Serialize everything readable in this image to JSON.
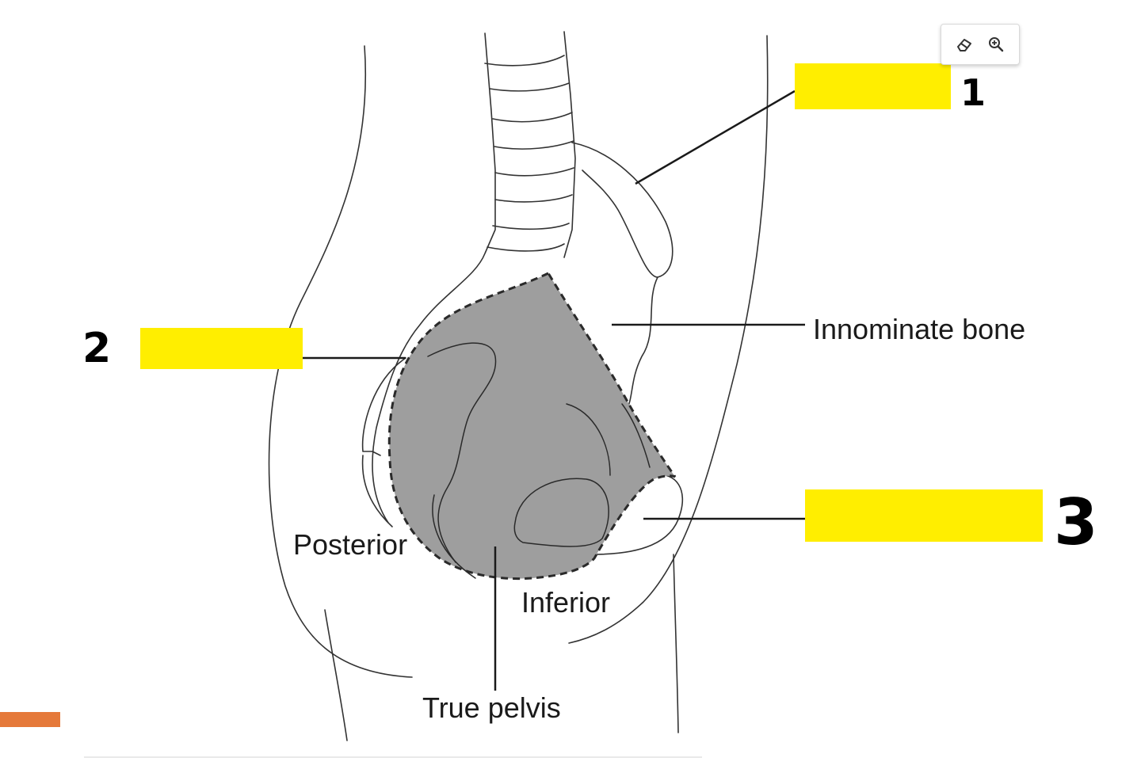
{
  "labels": {
    "innominate_bone": "Innominate bone",
    "posterior": "Posterior",
    "inferior": "Inferior",
    "true_pelvis": "True pelvis"
  },
  "handwritten": {
    "marker_1": "1",
    "marker_2": "2",
    "marker_3": "3"
  },
  "toolbar": {
    "buttons": [
      {
        "icon": "eraser-icon"
      },
      {
        "icon": "zoom-in-icon"
      }
    ]
  },
  "colors": {
    "highlight": "#ffee00",
    "shaded_region": "#9e9e9e",
    "accent_bar": "#e5793a"
  }
}
